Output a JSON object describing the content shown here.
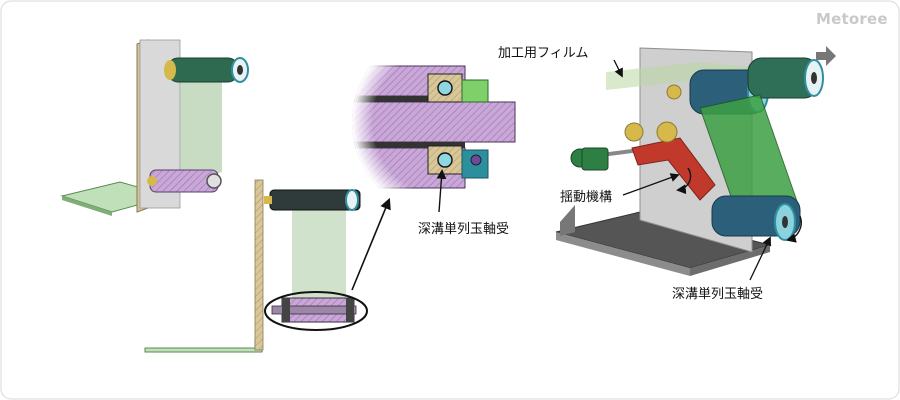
{
  "watermark": "Metoree",
  "labels": {
    "film": "加工用フィルム",
    "bearing_detail": "深溝単列玉軸受",
    "swing_mechanism": "揺動機構",
    "bearing_right": "深溝単列玉軸受"
  }
}
